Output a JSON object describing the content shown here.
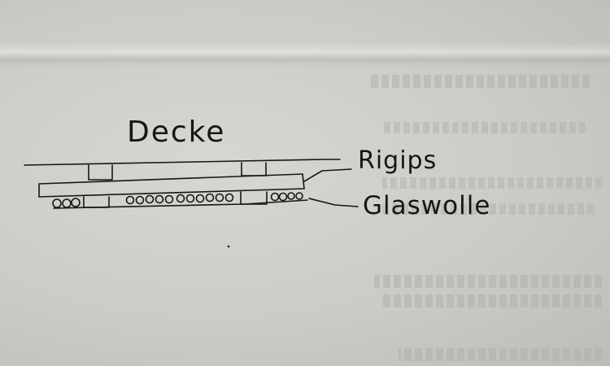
{
  "diagram": {
    "title": "Decke",
    "labels": {
      "top": "Rigips",
      "bottom": "Glaswolle"
    }
  },
  "colors": {
    "ink": "#161616",
    "paper": "#cbcbc7"
  }
}
